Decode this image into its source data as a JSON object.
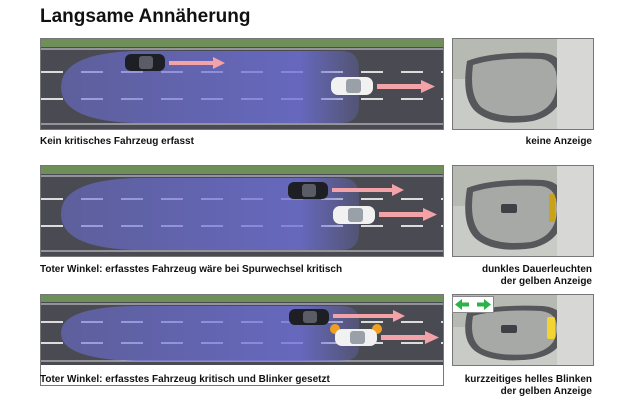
{
  "title": "Langsame Annäherung",
  "scenarios": [
    {
      "road_caption": "Kein kritisches Fahrzeug erfasst",
      "mirror_caption": [
        "keine Anzeige"
      ],
      "indicator": "off"
    },
    {
      "road_caption": "Toter Winkel: erfasstes Fahrzeug wäre bei Spurwechsel kritisch",
      "mirror_caption": [
        "dunkles Dauerleuchten",
        "der gelben Anzeige"
      ],
      "indicator": "steady-dark"
    },
    {
      "road_caption": "Toter Winkel: erfasstes Fahrzeug kritisch und Blinker gesetzt",
      "mirror_caption": [
        "kurzzeitiges helles Blinken",
        "der gelben Anzeige"
      ],
      "indicator": "flashing-bright"
    }
  ],
  "colors": {
    "road": "#4a4b52",
    "grass": "#6f8f5a",
    "zone": "#6d6fd8",
    "indicator_dark": "#c9a21a",
    "indicator_bright": "#f5d431",
    "turn_arrow": "#2bb34a",
    "motion_arrow": "#f3a3a8"
  },
  "icons": [
    "dark-car-icon",
    "white-car-icon",
    "motion-arrow-icon",
    "mirror-icon",
    "turn-signal-arrows-icon",
    "blinker-light-icon"
  ]
}
